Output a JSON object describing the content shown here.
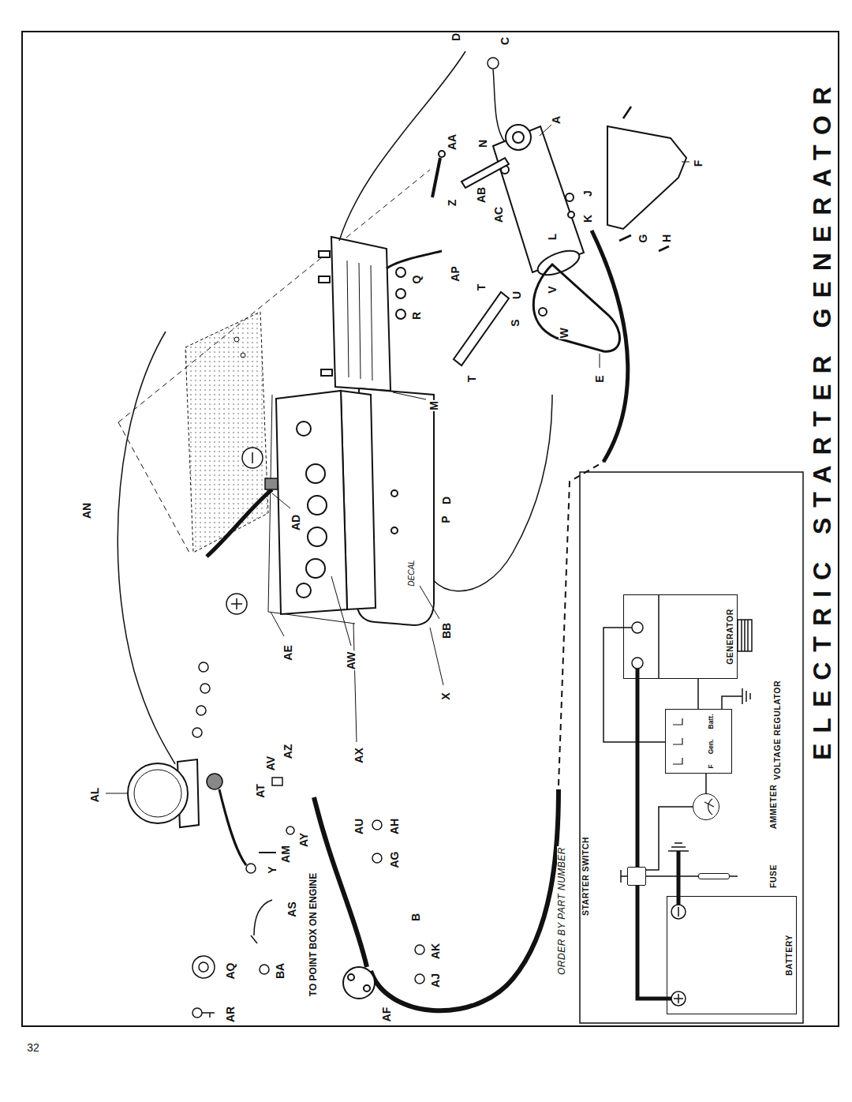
{
  "diagram": {
    "title": "ELECTRIC STARTER GENERATOR",
    "nodes": [
      {
        "text": [
          "BATTERY"
        ]
      },
      {
        "text": [
          "STARTER SWITCH"
        ]
      },
      {
        "text": [
          "FUSE"
        ]
      },
      {
        "text": [
          "AMMETER"
        ]
      },
      {
        "text": [
          "F",
          "Gen.",
          "Batt.",
          "VOLTAGE REGULATOR"
        ]
      },
      {
        "text": [
          "GENERATOR"
        ]
      }
    ],
    "edges": [
      {
        "from": 0,
        "to": 1,
        "arrow": "none"
      },
      {
        "from": 1,
        "to": 5,
        "arrow": "none"
      },
      {
        "from": 1,
        "to": 2,
        "arrow": "none"
      },
      {
        "from": 1,
        "to": 3,
        "arrow": "none"
      },
      {
        "from": 3,
        "to": 4,
        "arrow": "none"
      },
      {
        "from": 4,
        "to": 5,
        "arrow": "none"
      },
      {
        "from": 4,
        "to": 5,
        "arrow": "none"
      }
    ],
    "labels": [
      "A",
      "AA",
      "AB",
      "AC",
      "AD",
      "AE",
      "AF",
      "AG",
      "AH",
      "AJ",
      "AK",
      "AL",
      "AM",
      "AN",
      "AP",
      "AQ",
      "AR",
      "AS",
      "AT",
      "AU",
      "AV",
      "AW",
      "AX",
      "AY",
      "AZ",
      "B",
      "BA",
      "BB",
      "C",
      "D",
      "D",
      "E",
      "F",
      "G",
      "H",
      "J",
      "K",
      "L",
      "M",
      "N",
      "P",
      "Q",
      "R",
      "S",
      "T",
      "T",
      "U",
      "V",
      "W",
      "X",
      "Y",
      "Z",
      "DECAL",
      "TO POINT BOX ON ENGINE",
      "ORDER BY PART NUMBER",
      "32"
    ]
  }
}
